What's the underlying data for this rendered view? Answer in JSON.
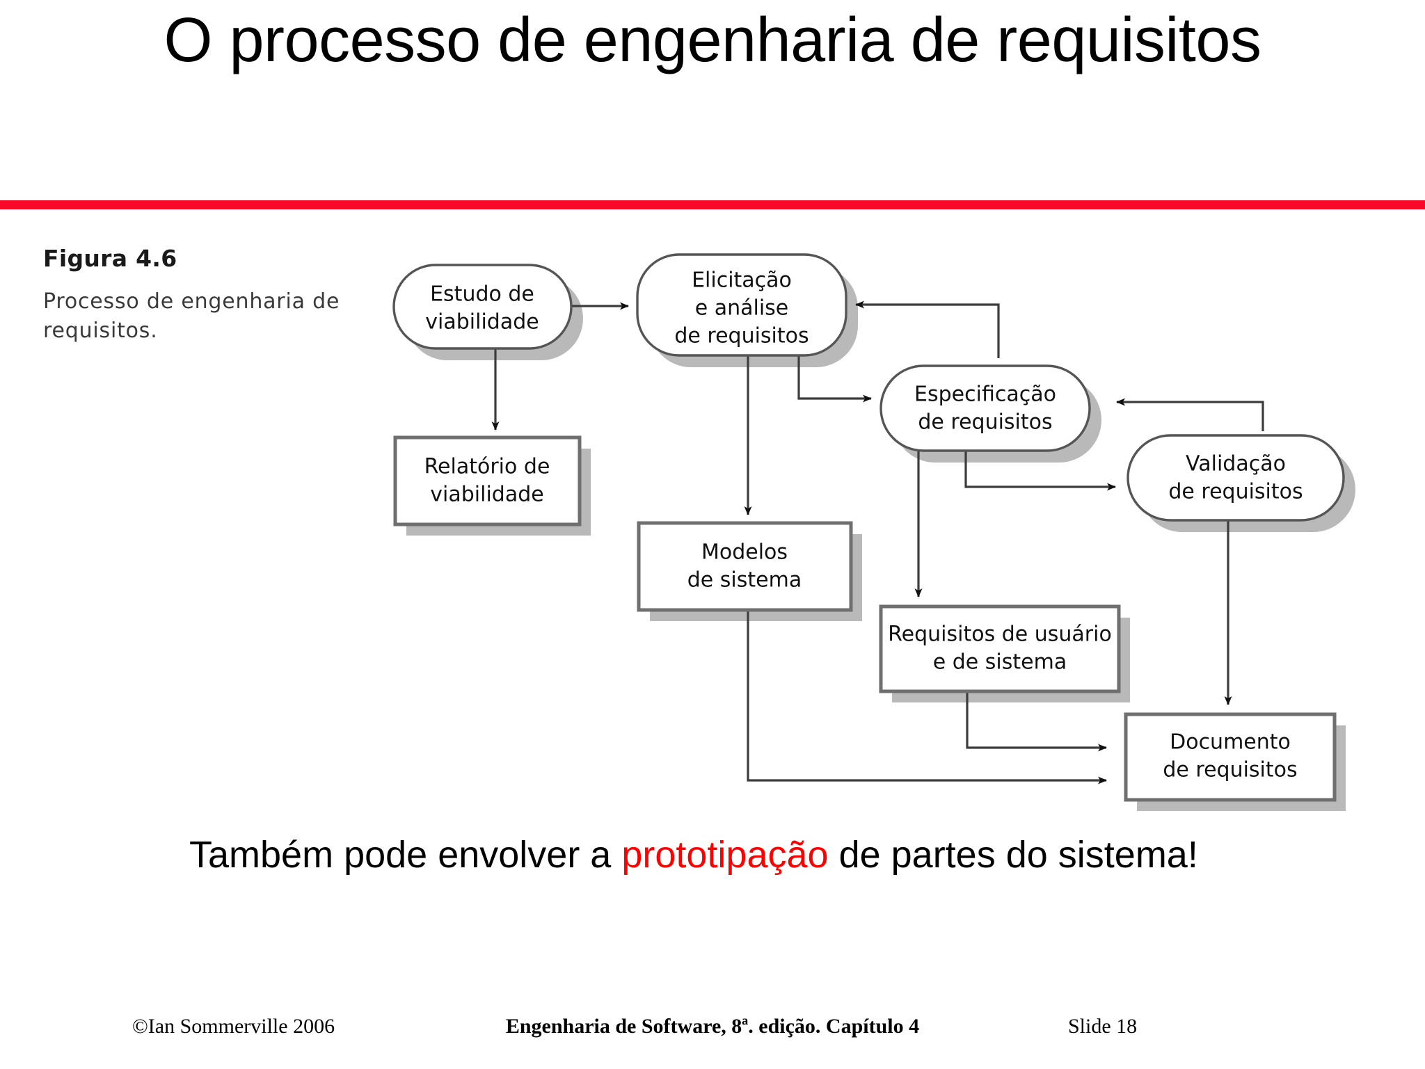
{
  "slide": {
    "title": "O processo de engenharia de requisitos",
    "divider_color": "#FA0A28"
  },
  "figure": {
    "number": "Figura 4.6",
    "caption": "Processo de engenharia de requisitos."
  },
  "diagram": {
    "nodes": [
      {
        "id": "estudo",
        "shape": "rounded",
        "lines": [
          "Estudo de",
          "viabilidade"
        ]
      },
      {
        "id": "elicitacao",
        "shape": "rounded",
        "lines": [
          "Elicitação",
          "e análise",
          "de requisitos"
        ]
      },
      {
        "id": "especificacao",
        "shape": "rounded",
        "lines": [
          "Especificação",
          "de requisitos"
        ]
      },
      {
        "id": "validacao",
        "shape": "rounded",
        "lines": [
          "Validação",
          "de requisitos"
        ]
      },
      {
        "id": "relatorio",
        "shape": "rect",
        "lines": [
          "Relatório de",
          "viabilidade"
        ]
      },
      {
        "id": "modelos",
        "shape": "rect",
        "lines": [
          "Modelos",
          "de sistema"
        ]
      },
      {
        "id": "requisitos",
        "shape": "rect",
        "lines": [
          "Requisitos de usuário",
          "e de sistema"
        ]
      },
      {
        "id": "documento",
        "shape": "rect",
        "lines": [
          "Documento",
          "de requisitos"
        ]
      }
    ],
    "edges": [
      {
        "from": "estudo",
        "to": "elicitacao"
      },
      {
        "from": "estudo",
        "to": "relatorio"
      },
      {
        "from": "elicitacao",
        "to": "modelos"
      },
      {
        "from": "elicitacao",
        "to": "especificacao"
      },
      {
        "from": "especificacao",
        "to": "elicitacao"
      },
      {
        "from": "especificacao",
        "to": "validacao"
      },
      {
        "from": "especificacao",
        "to": "requisitos"
      },
      {
        "from": "validacao",
        "to": "especificacao"
      },
      {
        "from": "validacao",
        "to": "documento"
      },
      {
        "from": "requisitos",
        "to": "documento"
      },
      {
        "from": "modelos",
        "to": "documento"
      }
    ]
  },
  "body": {
    "note_before": "Também pode envolver a ",
    "note_accent": "prototipação",
    "note_after": " de partes do sistema!",
    "accent_color": "#FF0000"
  },
  "footer": {
    "copyright": "©Ian Sommerville 2006",
    "center": "Engenharia de Software, 8ª.  edição. Capítulo 4",
    "slide_number": "Slide  18"
  }
}
